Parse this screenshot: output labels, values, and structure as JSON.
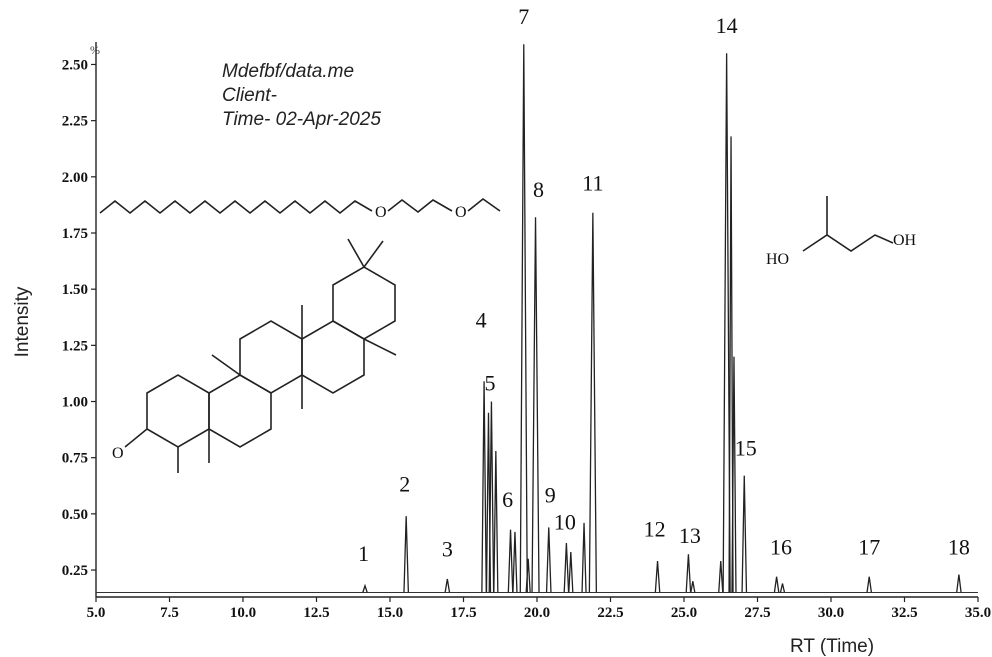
{
  "header": {
    "line1": "Mdefbf/data.me",
    "line2": "Client-",
    "line3": "Time- 02-Apr-2025",
    "corner_mark": "%"
  },
  "molecules": {
    "oxygen_label": "O",
    "diol_ho": "HO",
    "diol_oh": "OH",
    "ketone_o": "O"
  },
  "chart_data": {
    "type": "line",
    "xlabel": "RT (Time)",
    "ylabel": "Intensity",
    "xlim": [
      5.0,
      35.0
    ],
    "ylim": [
      0.13,
      2.6
    ],
    "xticks": [
      "5.0",
      "7.5",
      "10.0",
      "12.5",
      "15.0",
      "17.5",
      "20.0",
      "22.5",
      "25.0",
      "27.5",
      "30.0",
      "32.5",
      "35.0"
    ],
    "yticks": [
      "0.25",
      "0.50",
      "0.75",
      "1.00",
      "1.25",
      "1.50",
      "1.75",
      "2.00",
      "2.25",
      "2.50"
    ],
    "grid": false,
    "baseline": 0.15,
    "peaks": [
      {
        "label": "1",
        "x": 14.15,
        "y": 0.18,
        "label_x": 14.1,
        "label_y": 0.29
      },
      {
        "label": "2",
        "x": 15.55,
        "y": 0.49,
        "label_x": 15.5,
        "label_y": 0.6
      },
      {
        "label": "3",
        "x": 16.95,
        "y": 0.21,
        "label_x": 16.95,
        "label_y": 0.31
      },
      {
        "label": "4",
        "x": 18.2,
        "y": 1.09,
        "label_x": 18.1,
        "label_y": 1.33
      },
      {
        "label": "5",
        "x": 18.45,
        "y": 1.0,
        "label_x": 18.4,
        "label_y": 1.05
      },
      {
        "label": "6",
        "x": 19.1,
        "y": 0.43,
        "label_x": 19.0,
        "label_y": 0.53
      },
      {
        "label": "7",
        "x": 19.55,
        "y": 2.59,
        "label_x": 19.55,
        "label_y": 2.68
      },
      {
        "label": "8",
        "x": 19.95,
        "y": 1.82,
        "label_x": 20.05,
        "label_y": 1.91
      },
      {
        "label": "9",
        "x": 20.4,
        "y": 0.44,
        "label_x": 20.45,
        "label_y": 0.55
      },
      {
        "label": "10",
        "x": 21.0,
        "y": 0.37,
        "label_x": 20.95,
        "label_y": 0.43
      },
      {
        "label": "11",
        "x": 21.9,
        "y": 1.84,
        "label_x": 21.9,
        "label_y": 1.94
      },
      {
        "label": "12",
        "x": 24.1,
        "y": 0.29,
        "label_x": 24.0,
        "label_y": 0.4
      },
      {
        "label": "13",
        "x": 25.15,
        "y": 0.32,
        "label_x": 25.2,
        "label_y": 0.37
      },
      {
        "label": "14",
        "x": 26.45,
        "y": 2.55,
        "label_x": 26.45,
        "label_y": 2.64
      },
      {
        "label": "15",
        "x": 27.05,
        "y": 0.67,
        "label_x": 27.1,
        "label_y": 0.76
      },
      {
        "label": "16",
        "x": 28.15,
        "y": 0.22,
        "label_x": 28.3,
        "label_y": 0.32
      },
      {
        "label": "17",
        "x": 31.3,
        "y": 0.22,
        "label_x": 31.3,
        "label_y": 0.32
      },
      {
        "label": "18",
        "x": 34.35,
        "y": 0.23,
        "label_x": 34.35,
        "label_y": 0.32
      }
    ],
    "minor_peaks": [
      {
        "x": 18.6,
        "y": 0.78
      },
      {
        "x": 18.35,
        "y": 0.95
      },
      {
        "x": 19.25,
        "y": 0.42
      },
      {
        "x": 21.15,
        "y": 0.33
      },
      {
        "x": 21.6,
        "y": 0.46
      },
      {
        "x": 26.6,
        "y": 2.18
      },
      {
        "x": 26.25,
        "y": 0.29
      },
      {
        "x": 28.35,
        "y": 0.19
      },
      {
        "x": 25.3,
        "y": 0.2
      },
      {
        "x": 26.7,
        "y": 1.2
      },
      {
        "x": 19.7,
        "y": 0.3
      }
    ]
  }
}
